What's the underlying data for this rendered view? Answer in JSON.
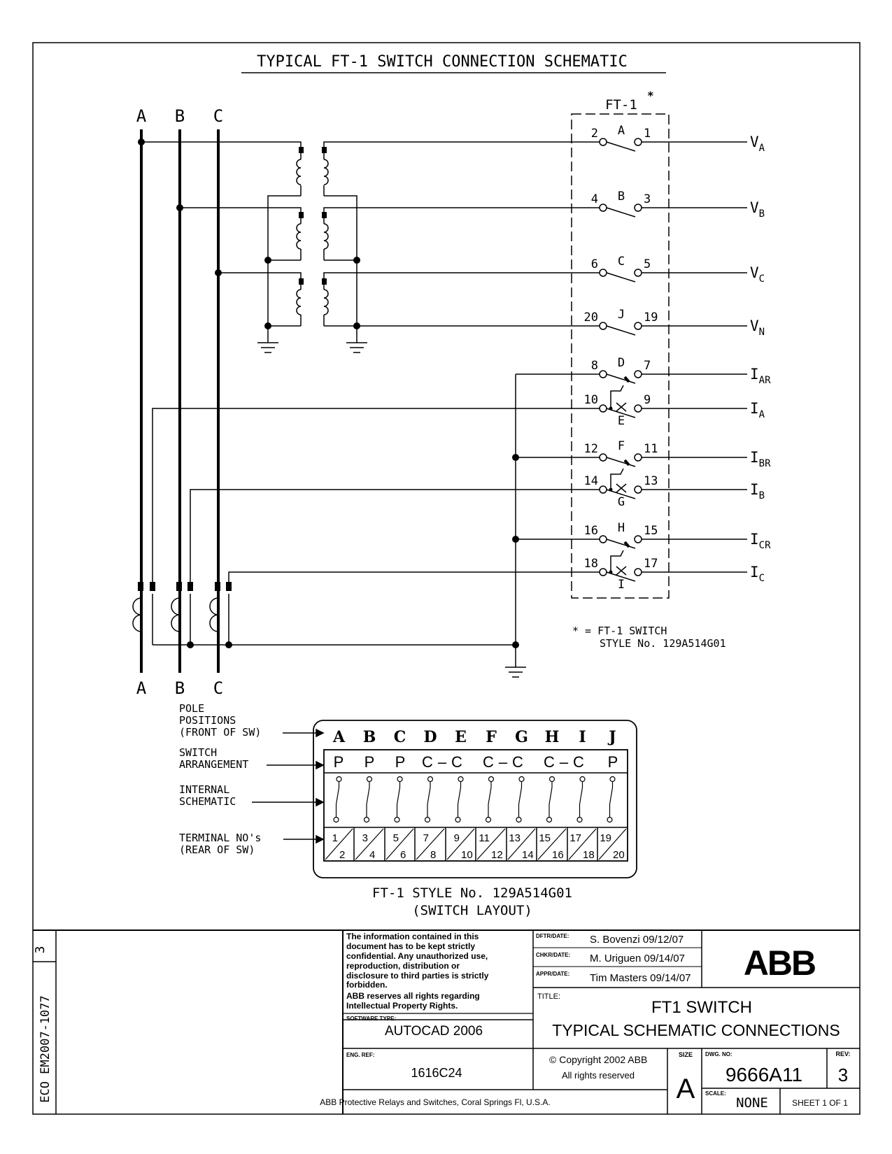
{
  "title": "TYPICAL FT-1 SWITCH CONNECTION SCHEMATIC",
  "phases": [
    "A",
    "B",
    "C"
  ],
  "ft1": {
    "label": "FT-1",
    "asterisk": "*",
    "note_line1": "* = FT-1 SWITCH",
    "note_line2": "STYLE No. 129A514G01"
  },
  "outputs": [
    {
      "left": "2",
      "right": "1",
      "pole": "A",
      "out": "V",
      "sub": "A"
    },
    {
      "left": "4",
      "right": "3",
      "pole": "B",
      "out": "V",
      "sub": "B"
    },
    {
      "left": "6",
      "right": "5",
      "pole": "C",
      "out": "V",
      "sub": "C"
    },
    {
      "left": "20",
      "right": "19",
      "pole": "J",
      "out": "V",
      "sub": "N"
    },
    {
      "left": "8",
      "right": "7",
      "pole": "D",
      "out": "I",
      "sub": "AR"
    },
    {
      "left": "10",
      "right": "9",
      "pole": "E",
      "out": "I",
      "sub": "A"
    },
    {
      "left": "12",
      "right": "11",
      "pole": "F",
      "out": "I",
      "sub": "BR"
    },
    {
      "left": "14",
      "right": "13",
      "pole": "G",
      "out": "I",
      "sub": "B"
    },
    {
      "left": "16",
      "right": "15",
      "pole": "H",
      "out": "I",
      "sub": "CR"
    },
    {
      "left": "18",
      "right": "17",
      "pole": "I",
      "out": "I",
      "sub": "C"
    }
  ],
  "layout_labels": {
    "pole_positions": [
      "POLE",
      "POSITIONS",
      "(FRONT OF SW)"
    ],
    "switch_arrangement": [
      "SWITCH",
      "ARRANGEMENT"
    ],
    "internal_schematic": [
      "INTERNAL",
      "SCHEMATIC"
    ],
    "terminal_nos": [
      "TERMINAL NO's",
      "(REAR OF SW)"
    ]
  },
  "pole_letters": [
    "A",
    "B",
    "C",
    "D",
    "E",
    "F",
    "G",
    "H",
    "I",
    "J"
  ],
  "arrangement": [
    "P",
    "P",
    "P",
    "C",
    "–",
    "C",
    "C",
    "–",
    "C",
    "C",
    "–",
    "C",
    "P"
  ],
  "terminals": [
    [
      "1",
      "2"
    ],
    [
      "3",
      "4"
    ],
    [
      "5",
      "6"
    ],
    [
      "7",
      "8"
    ],
    [
      "9",
      "10"
    ],
    [
      "11",
      "12"
    ],
    [
      "13",
      "14"
    ],
    [
      "15",
      "16"
    ],
    [
      "17",
      "18"
    ],
    [
      "19",
      "20"
    ]
  ],
  "layout_caption_1": "FT-1 STYLE No. 129A514G01",
  "layout_caption_2": "(SWITCH LAYOUT)",
  "titleblock": {
    "rev_side": "3",
    "eco": "ECO EM2007-1077",
    "confidential": [
      "The information contained in this",
      "document has to be kept strictly",
      "confidential. Any unauthorized use,",
      "reproduction, distribution or",
      "disclosure to third parties is strictly",
      "forbidden.",
      "ABB reserves all rights regarding",
      "Intellectual Property Rights."
    ],
    "software_type_label": "SOFTWARE TYPE:",
    "software_type": "AUTOCAD 2006",
    "eng_ref_label": "ENG. REF:",
    "eng_ref": "1616C24",
    "dftr_label": "DFTR/DATE:",
    "dftr": "S. Bovenzi 09/12/07",
    "chkr_label": "CHKR/DATE:",
    "chkr": "M. Uriguen 09/14/07",
    "appr_label": "APPR/DATE:",
    "appr": "Tim Masters 09/14/07",
    "logo": "ABB",
    "title_label": "TITLE:",
    "title1": "FT1 SWITCH",
    "title2": "TYPICAL SCHEMATIC CONNECTIONS",
    "copyright1": "© Copyright 2002 ABB",
    "copyright2": "All rights reserved",
    "size_label": "SIZE",
    "size": "A",
    "dwg_label": "DWG. NO:",
    "dwg": "9666A11",
    "rev_label": "REV:",
    "rev": "3",
    "scale_label": "SCALE:",
    "scale": "NONE",
    "sheet": "SHEET 1 OF 1",
    "company": "ABB Protective Relays and Switches, Coral Springs Fl, U.S.A."
  }
}
